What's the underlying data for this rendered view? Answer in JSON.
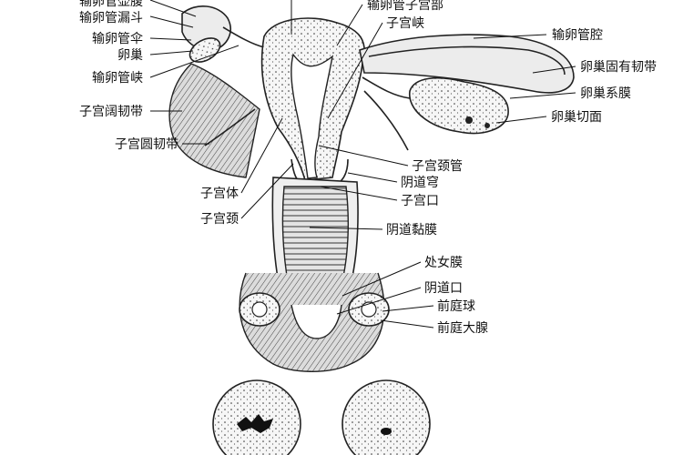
{
  "labels": {
    "l0": "输卵管壶腹",
    "l1": "输卵管漏斗",
    "l2": "输卵管伞",
    "l3": "卵巢",
    "l4": "输卵管峡",
    "l5": "子宫阔韧带",
    "l6": "子宫圆韧带",
    "l7": "子宫体",
    "l8": "子宫颈",
    "r0": "输卵管子宫部",
    "r1": "子宫峡",
    "r2": "输卵管腔",
    "r3": "卵巢固有韧带",
    "r4": "卵巢系膜",
    "r5": "卵巢切面",
    "r6": "子宫颈管",
    "r7": "阴道穹",
    "r8": "子宫口",
    "r9": "阴道黏膜",
    "r10": "处女膜",
    "r11": "阴道口",
    "r12": "前庭球",
    "r13": "前庭大腺"
  }
}
